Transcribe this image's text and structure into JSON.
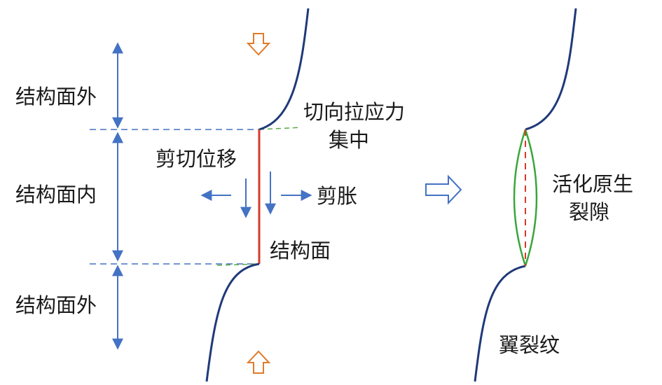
{
  "labels": {
    "outside_top": "结构面外",
    "inside": "结构面内",
    "outside_bottom": "结构面外",
    "shear_disp": "剪切位移",
    "tangential_line1": "切向拉应力",
    "tangential_line2": "集中",
    "dilation": "剪胀",
    "structural_plane": "结构面",
    "activated_line1": "活化原生",
    "activated_line2": "裂隙",
    "wing_crack": "翼裂纹"
  },
  "colors": {
    "blue": "#4472c4",
    "navy": "#1f3a7a",
    "red": "#d63a2a",
    "green": "#3aa63a",
    "dashed_green": "#5aa84a",
    "orange": "#e07b2a",
    "text": "#1a1a1a"
  }
}
